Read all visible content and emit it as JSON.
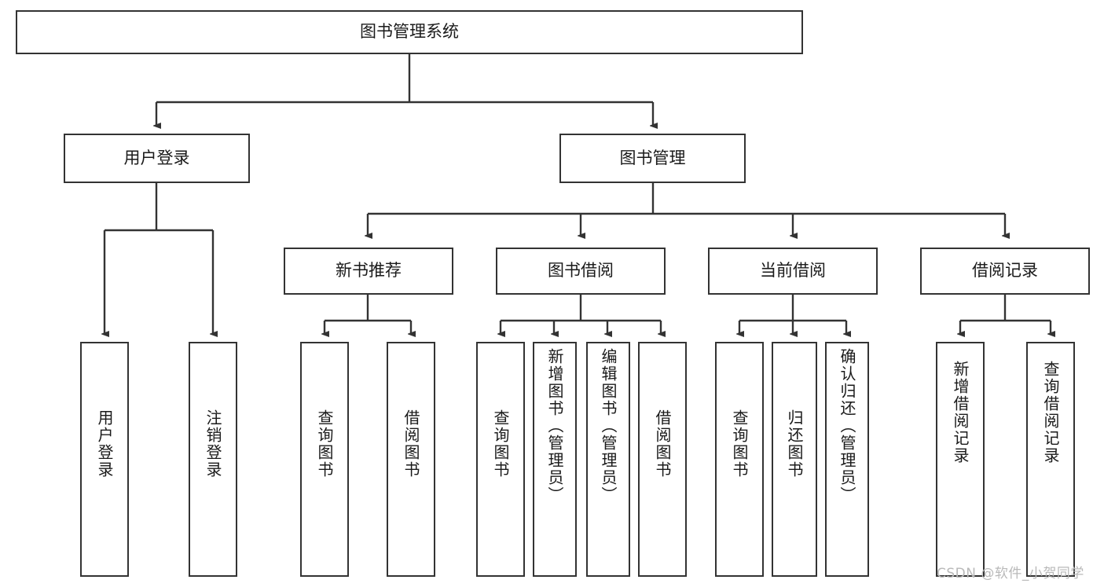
{
  "diagram": {
    "type": "tree",
    "title": "图书管理系统",
    "root": {
      "label": "图书管理系统"
    },
    "level1": [
      {
        "label": "用户登录"
      },
      {
        "label": "图书管理"
      }
    ],
    "level2": [
      {
        "label": "新书推荐"
      },
      {
        "label": "图书借阅"
      },
      {
        "label": "当前借阅"
      },
      {
        "label": "借阅记录"
      }
    ],
    "leaves": {
      "user_login": [
        {
          "label": "用户登录"
        },
        {
          "label": "注销登录"
        }
      ],
      "new_book_recommend": [
        {
          "label": "查询图书"
        },
        {
          "label": "借阅图书"
        }
      ],
      "book_borrow": [
        {
          "label": "查询图书"
        },
        {
          "label": "新增图书（管理员）"
        },
        {
          "label": "编辑图书（管理员）"
        },
        {
          "label": "借阅图书"
        }
      ],
      "current_borrow": [
        {
          "label": "查询图书"
        },
        {
          "label": "归还图书"
        },
        {
          "label": "确认归还（管理员）"
        }
      ],
      "borrow_record": [
        {
          "label": "新增借阅记录"
        },
        {
          "label": "查询借阅记录"
        }
      ]
    }
  },
  "watermark": {
    "text": "CSDN @软件_小贺同学"
  },
  "colors": {
    "stroke": "#333333",
    "fill": "#ffffff",
    "text": "#1a1a1a",
    "watermark": "#b9b9b9"
  }
}
